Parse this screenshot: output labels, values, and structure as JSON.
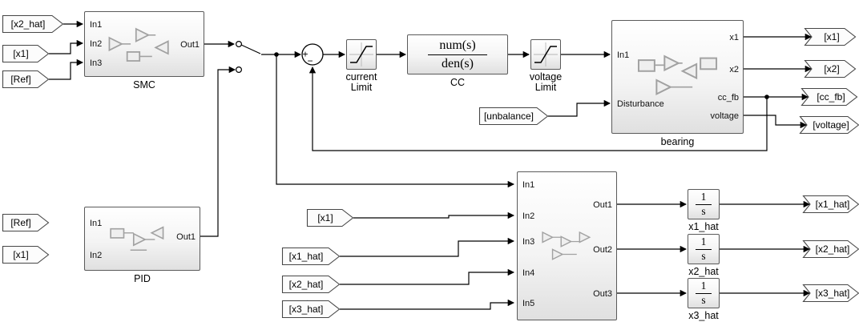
{
  "blocks": {
    "smc": {
      "label": "SMC",
      "ports": {
        "in1": "In1",
        "in2": "In2",
        "in3": "In3",
        "out1": "Out1"
      }
    },
    "pid": {
      "label": "PID",
      "ports": {
        "in1": "In1",
        "in2": "In2",
        "out1": "Out1"
      }
    },
    "sum": {
      "plus": "+",
      "minus": "−"
    },
    "current_limit": {
      "line1": "current",
      "line2": "Limit"
    },
    "cc": {
      "numerator": "num(s)",
      "denominator": "den(s)",
      "label": "CC"
    },
    "voltage_limit": {
      "line1": "voltage",
      "line2": "Limit"
    },
    "bearing": {
      "label": "bearing",
      "ports": {
        "in1": "In1",
        "disturbance": "Disturbance",
        "x1": "x1",
        "x2": "x2",
        "cc_fb": "cc_fb",
        "voltage": "voltage"
      }
    },
    "observer": {
      "ports": {
        "in1": "In1",
        "in2": "In2",
        "in3": "In3",
        "in4": "In4",
        "in5": "In5",
        "out1": "Out1",
        "out2": "Out2",
        "out3": "Out3"
      }
    },
    "integrator1": {
      "numerator": "1",
      "denominator": "s",
      "label": "x1_hat"
    },
    "integrator2": {
      "numerator": "1",
      "denominator": "s",
      "label": "x2_hat"
    },
    "integrator3": {
      "numerator": "1",
      "denominator": "s",
      "label": "x3_hat"
    }
  },
  "tags": {
    "x2_hat_in": "[x2_hat]",
    "x1_in_smc": "[x1]",
    "ref_in_smc": "[Ref]",
    "ref_in_pid": "[Ref]",
    "x1_in_pid": "[x1]",
    "unbalance": "[unbalance]",
    "x1_in_obs": "[x1]",
    "x1_hat_in_obs": "[x1_hat]",
    "x2_hat_in_obs": "[x2_hat]",
    "x3_hat_in_obs": "[x3_hat]",
    "x1_out": "[x1]",
    "x2_out": "[x2]",
    "cc_fb_out": "[cc_fb]",
    "voltage_out": "[voltage]",
    "x1_hat_out": "[x1_hat]",
    "x2_hat_out": "[x2_hat]",
    "x3_hat_out": "[x3_hat]"
  },
  "colors": {
    "background": "#ffffff",
    "wire": "#000000",
    "block_border": "#5a5a5a",
    "block_fill": "#f0f0f0",
    "tag_fill": "#fcfcfc",
    "preview_gray": "#999999",
    "artifact_blue": "#cfe3f4"
  }
}
